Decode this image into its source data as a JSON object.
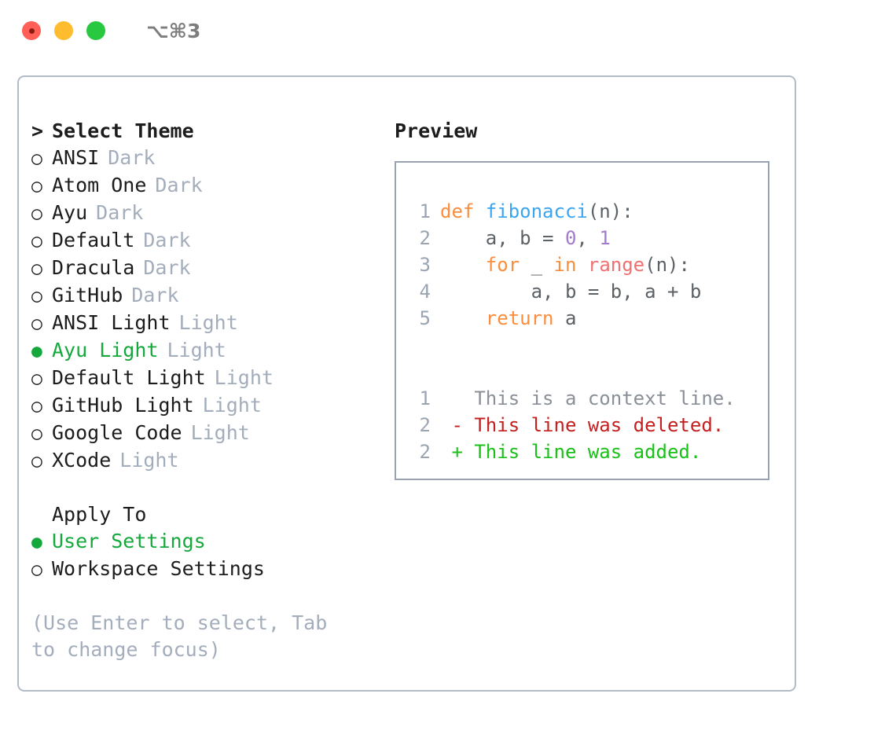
{
  "window": {
    "traffic_lights": [
      "close",
      "minimize",
      "maximize"
    ],
    "shortcut": "⌥⌘3"
  },
  "theme_section": {
    "marker": ">",
    "title": "Select Theme",
    "focused": true,
    "unselected_marker": "○",
    "selected_marker": "●",
    "items": [
      {
        "label": "ANSI",
        "variant": "Dark",
        "selected": false
      },
      {
        "label": "Atom One",
        "variant": "Dark",
        "selected": false
      },
      {
        "label": "Ayu",
        "variant": "Dark",
        "selected": false
      },
      {
        "label": "Default",
        "variant": "Dark",
        "selected": false
      },
      {
        "label": "Dracula",
        "variant": "Dark",
        "selected": false
      },
      {
        "label": "GitHub",
        "variant": "Dark",
        "selected": false
      },
      {
        "label": "ANSI Light",
        "variant": "Light",
        "selected": false
      },
      {
        "label": "Ayu Light",
        "variant": "Light",
        "selected": true
      },
      {
        "label": "Default Light",
        "variant": "Light",
        "selected": false
      },
      {
        "label": "GitHub Light",
        "variant": "Light",
        "selected": false
      },
      {
        "label": "Google Code",
        "variant": "Light",
        "selected": false
      },
      {
        "label": "XCode",
        "variant": "Light",
        "selected": false
      }
    ]
  },
  "apply_section": {
    "marker": " ",
    "title": "Apply To",
    "focused": false,
    "items": [
      {
        "label": "User Settings",
        "selected": true
      },
      {
        "label": "Workspace Settings",
        "selected": false
      }
    ]
  },
  "hint": "(Use Enter to select, Tab to change focus)",
  "preview": {
    "title": "Preview",
    "code_lines": [
      {
        "no": "1",
        "tokens": [
          {
            "t": "def",
            "c": "kw"
          },
          {
            "t": " ",
            "c": "plain"
          },
          {
            "t": "fibonacci",
            "c": "fn"
          },
          {
            "t": "(n):",
            "c": "plain"
          }
        ]
      },
      {
        "no": "2",
        "tokens": [
          {
            "t": "    a, b = ",
            "c": "plain"
          },
          {
            "t": "0",
            "c": "num"
          },
          {
            "t": ", ",
            "c": "plain"
          },
          {
            "t": "1",
            "c": "num"
          }
        ]
      },
      {
        "no": "3",
        "tokens": [
          {
            "t": "    ",
            "c": "plain"
          },
          {
            "t": "for",
            "c": "kw"
          },
          {
            "t": " _ ",
            "c": "plain"
          },
          {
            "t": "in",
            "c": "kw"
          },
          {
            "t": " ",
            "c": "plain"
          },
          {
            "t": "range",
            "c": "bi"
          },
          {
            "t": "(n):",
            "c": "plain"
          }
        ]
      },
      {
        "no": "4",
        "tokens": [
          {
            "t": "        a, b = b, a + b",
            "c": "plain"
          }
        ]
      },
      {
        "no": "5",
        "tokens": [
          {
            "t": "    ",
            "c": "plain"
          },
          {
            "t": "return",
            "c": "kw"
          },
          {
            "t": " a",
            "c": "plain"
          }
        ]
      }
    ],
    "diff_lines": [
      {
        "no": "1",
        "sign": " ",
        "text": "This is a context line.",
        "kind": "ctx"
      },
      {
        "no": "2",
        "sign": "-",
        "text": "This line was deleted.",
        "kind": "del"
      },
      {
        "no": "2",
        "sign": "+",
        "text": "This line was added.",
        "kind": "add"
      }
    ]
  },
  "colors": {
    "accent_green": "#15a83c",
    "keyword": "#fa8d3e",
    "function": "#3aa6f0",
    "number": "#a37acc",
    "builtin": "#f07171",
    "diff_add": "#18c018",
    "diff_del": "#c52020",
    "muted": "#a3adbb",
    "border": "#b3bbc7"
  }
}
